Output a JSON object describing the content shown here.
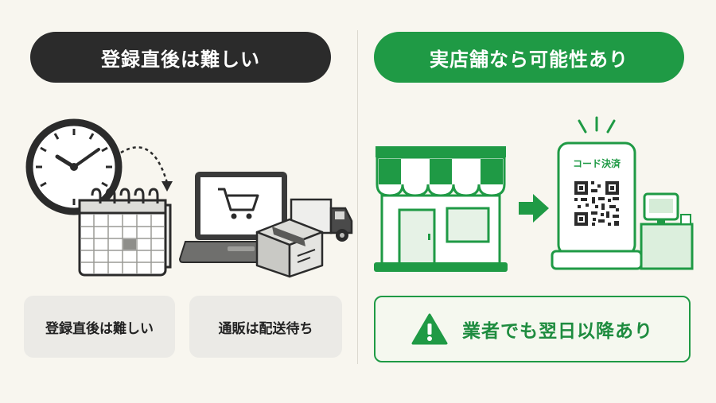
{
  "left": {
    "heading": "登録直後は難しい",
    "cards": [
      {
        "label": "登録直後は難しい"
      },
      {
        "label": "通販は配送待ち"
      }
    ]
  },
  "right": {
    "heading": "実店舗なら可能性あり",
    "sign_label": "コード決済",
    "warning": "業者でも翌日以降あり"
  },
  "icons": {
    "clock": "clock-icon",
    "calendar": "calendar-icon",
    "laptop": "laptop-cart-icon",
    "box": "package-box-icon",
    "truck": "delivery-truck-icon",
    "store": "storefront-icon",
    "arrow": "arrow-right-icon",
    "qr": "qr-code-icon",
    "register": "cash-register-icon",
    "warning": "warning-triangle-icon"
  },
  "colors": {
    "dark_pill": "#2b2b2b",
    "green": "#1f9a45",
    "card_bg": "#ebeae6",
    "background": "#f8f6ef"
  }
}
